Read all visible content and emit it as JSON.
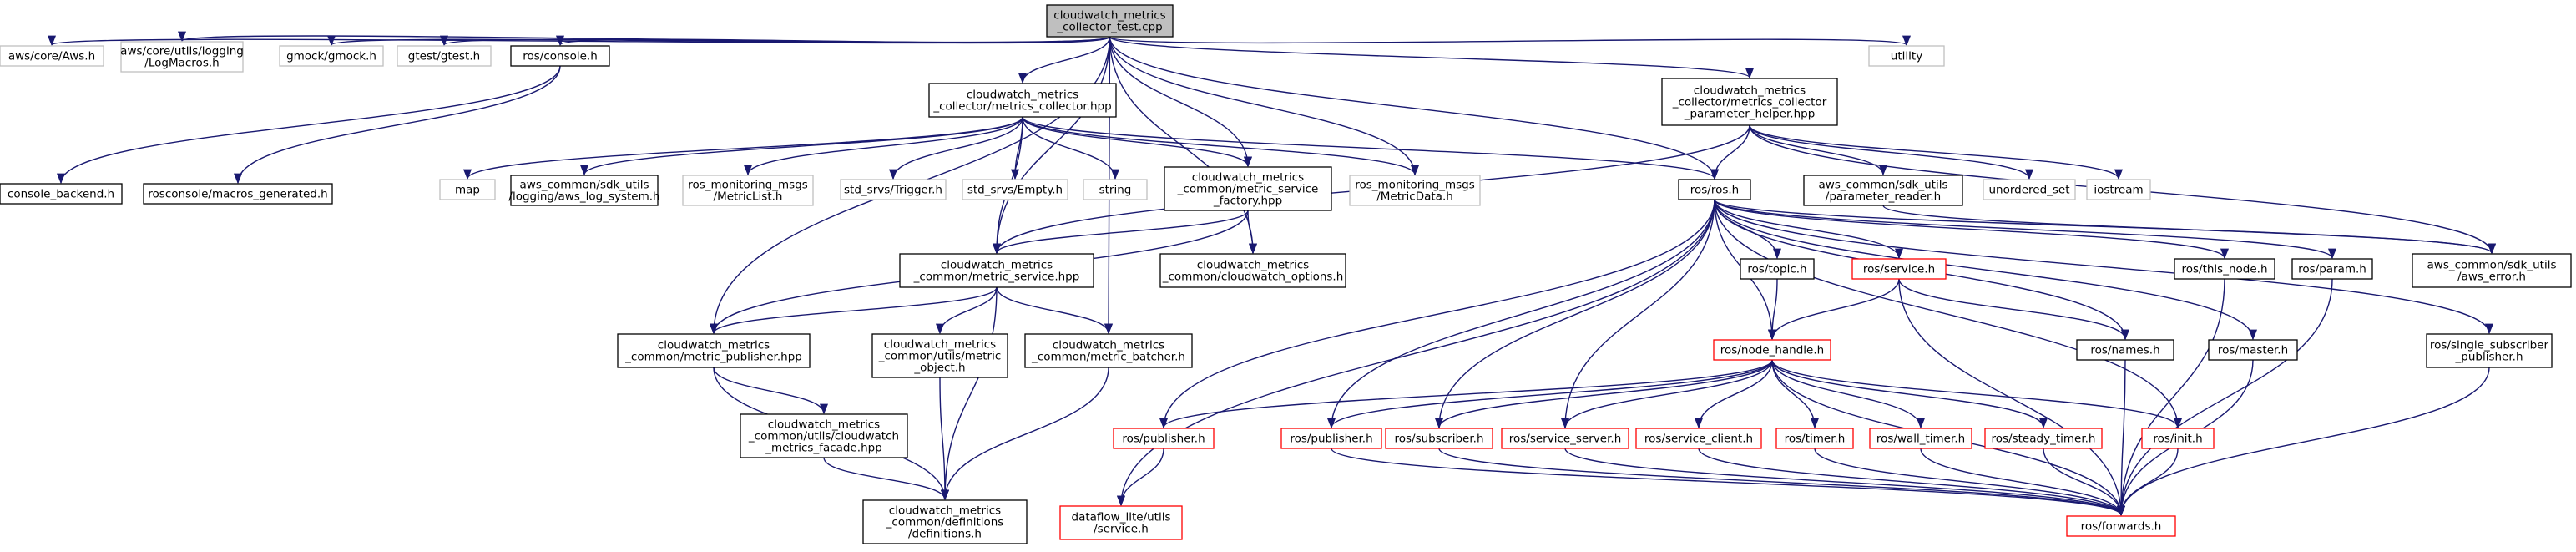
{
  "colors": {
    "edge": "#191970",
    "root_fill": "#bfbfbf",
    "border_documented": "#000000",
    "border_external": "#bfbfbf",
    "border_truncated": "#ff0000"
  },
  "nodes": {
    "collector_test": [
      "cloudwatch_metrics",
      "_collector_test.cpp"
    ],
    "aws_h": [
      "aws/core/Aws.h"
    ],
    "logmacros_h": [
      "aws/core/utils/logging",
      "/LogMacros.h"
    ],
    "gmock_h": [
      "gmock/gmock.h"
    ],
    "gtest_h": [
      "gtest/gtest.h"
    ],
    "console_h": [
      "ros/console.h"
    ],
    "metrics_collector_hpp": [
      "cloudwatch_metrics",
      "_collector/metrics_collector.hpp"
    ],
    "parameter_helper_hpp": [
      "cloudwatch_metrics",
      "_collector/metrics_collector",
      "_parameter_helper.hpp"
    ],
    "utility": [
      "utility"
    ],
    "console_backend_h": [
      "console_backend.h"
    ],
    "macros_generated_h": [
      "rosconsole/macros_generated.h"
    ],
    "map": [
      "map"
    ],
    "aws_log_system_h": [
      "aws_common/sdk_utils",
      "/logging/aws_log_system.h"
    ],
    "metriclist_h": [
      "ros_monitoring_msgs",
      "/MetricList.h"
    ],
    "trigger_h": [
      "std_srvs/Trigger.h"
    ],
    "empty_h": [
      "std_srvs/Empty.h"
    ],
    "string": [
      "string"
    ],
    "service_factory_hpp": [
      "cloudwatch_metrics",
      "_common/metric_service",
      "_factory.hpp"
    ],
    "metricdata_h": [
      "ros_monitoring_msgs",
      "/MetricData.h"
    ],
    "ros_h": [
      "ros/ros.h"
    ],
    "parameter_reader_h": [
      "aws_common/sdk_utils",
      "/parameter_reader.h"
    ],
    "unordered_set": [
      "unordered_set"
    ],
    "iostream": [
      "iostream"
    ],
    "metric_service_hpp": [
      "cloudwatch_metrics",
      "_common/metric_service.hpp"
    ],
    "cloudwatch_options_h": [
      "cloudwatch_metrics",
      "_common/cloudwatch_options.h"
    ],
    "topic_h": [
      "ros/topic.h"
    ],
    "service_h": [
      "ros/service.h"
    ],
    "this_node_h": [
      "ros/this_node.h"
    ],
    "param_h": [
      "ros/param.h"
    ],
    "aws_error_h": [
      "aws_common/sdk_utils",
      "/aws_error.h"
    ],
    "metric_publisher_hpp": [
      "cloudwatch_metrics",
      "_common/metric_publisher.hpp"
    ],
    "metric_object_h": [
      "cloudwatch_metrics",
      "_common/utils/metric",
      "_object.h"
    ],
    "metric_batcher_h": [
      "cloudwatch_metrics",
      "_common/metric_batcher.h"
    ],
    "node_handle_h": [
      "ros/node_handle.h"
    ],
    "names_h": [
      "ros/names.h"
    ],
    "master_h": [
      "ros/master.h"
    ],
    "single_subscriber_publisher_h": [
      "ros/single_subscriber",
      "_publisher.h"
    ],
    "metrics_facade_hpp": [
      "cloudwatch_metrics",
      "_common/utils/cloudwatch",
      "_metrics_facade.hpp"
    ],
    "publisher_h_a": [
      "ros/publisher.h"
    ],
    "publisher_h_b": [
      "ros/publisher.h"
    ],
    "subscriber_h": [
      "ros/subscriber.h"
    ],
    "service_server_h": [
      "ros/service_server.h"
    ],
    "service_client_h": [
      "ros/service_client.h"
    ],
    "timer_h": [
      "ros/timer.h"
    ],
    "wall_timer_h": [
      "ros/wall_timer.h"
    ],
    "steady_timer_h": [
      "ros/steady_timer.h"
    ],
    "init_h": [
      "ros/init.h"
    ],
    "definitions_h": [
      "cloudwatch_metrics",
      "_common/definitions",
      "/definitions.h"
    ],
    "dataflow_service_h": [
      "dataflow_lite/utils",
      "/service.h"
    ],
    "forwards_h": [
      "ros/forwards.h"
    ]
  }
}
